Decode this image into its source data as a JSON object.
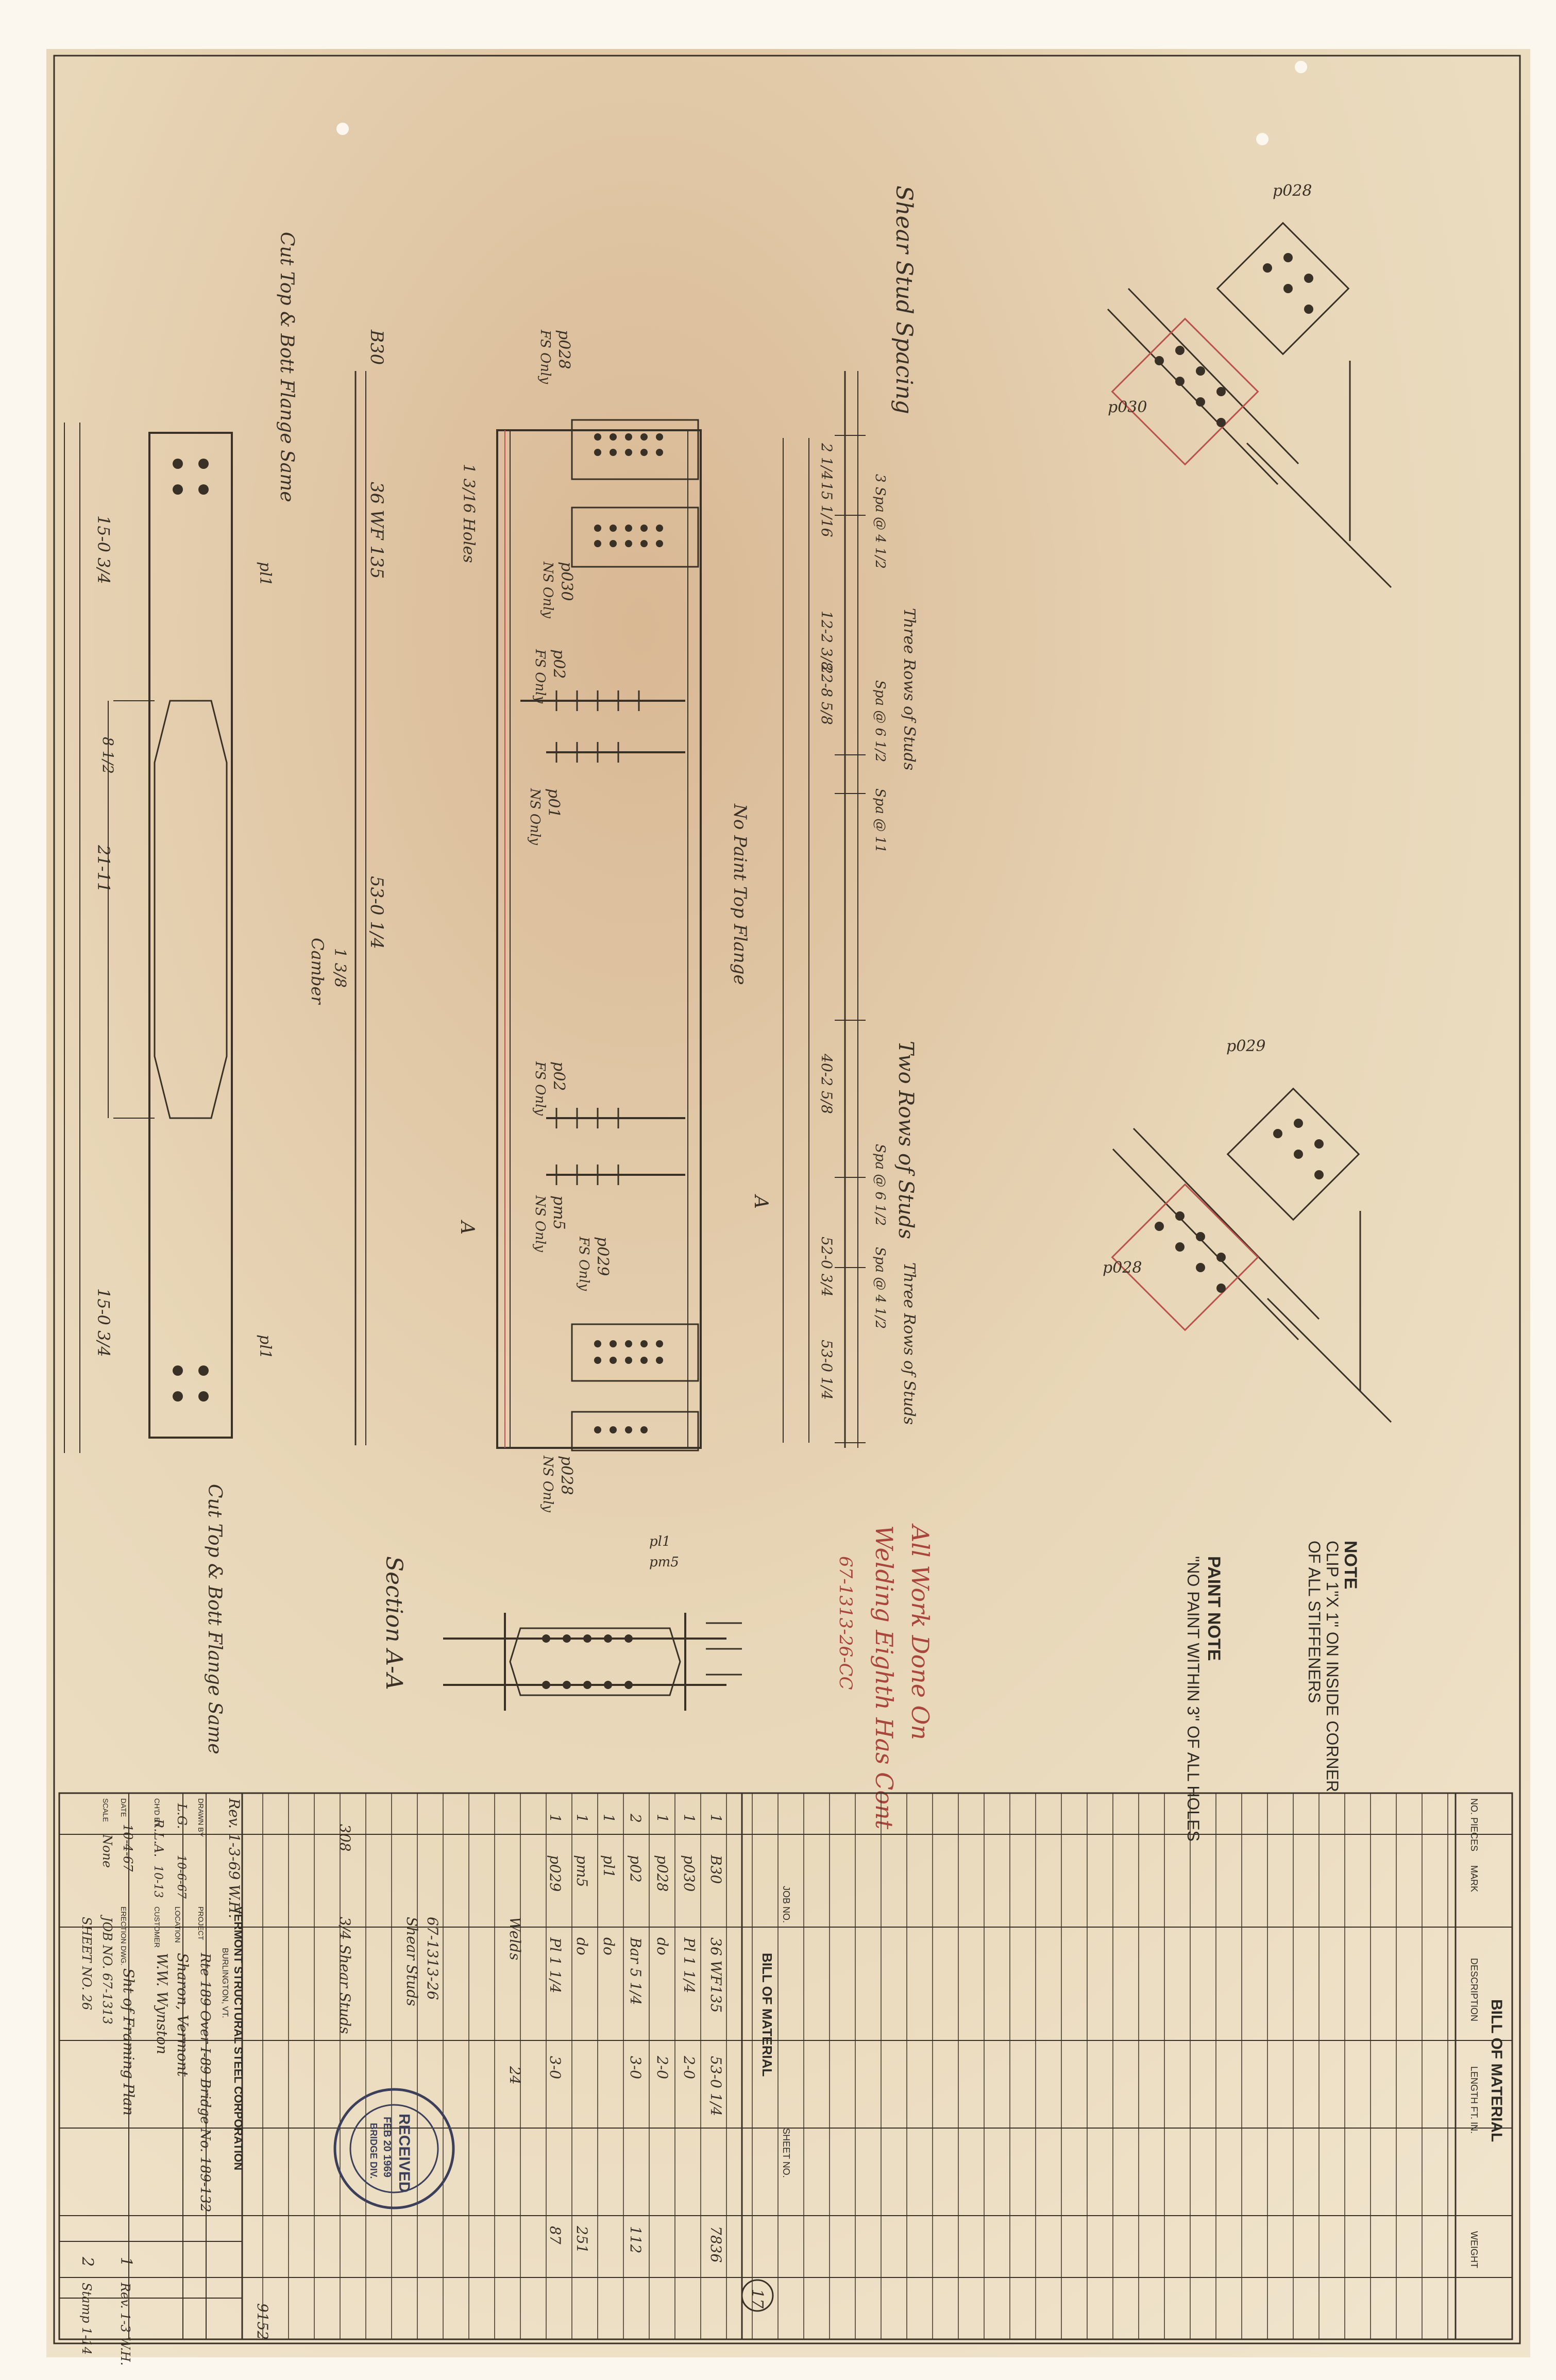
{
  "drawing": {
    "labels": {
      "shear_stud_spacing": "Shear Stud Spacing",
      "two_rows_studs": "Two Rows of Studs",
      "three_rows_studs_a": "Three Rows of Studs",
      "three_rows_studs_b": "Three Rows of Studs",
      "no_paint_top_flange": "No Paint Top Flange",
      "cut_top_bott_flange_left": "Cut Top & Bott Flange Same",
      "cut_top_bott_flange_right": "Cut Top & Bott Flange Same",
      "camber": "Camber",
      "camber_val": "1 3/8",
      "section_aa": "Section A-A",
      "section_arrow_a1": "A",
      "section_arrow_a2": "A",
      "beam_mark": "B30",
      "beam_size": "36 WF 135",
      "holes_note": "1 3/16 Holes",
      "overall_len": "53-0 1/4",
      "len_left": "15-0 3/4",
      "len_mid": "21-11",
      "len_right": "15-0 3/4"
    },
    "pieces": {
      "p28_top": "p028",
      "p28_top_sub": "FS Only",
      "p30": "p030",
      "p30_sub": "NS Only",
      "p2_a": "p02",
      "p2_a_sub": "FS Only",
      "p1": "p01",
      "p1_sub": "NS Only",
      "p2_b": "p02",
      "p2_b_sub": "FS Only",
      "pm5": "pm5",
      "pm5_sub": "NS Only",
      "p29": "p029",
      "p29_sub": "FS Only",
      "p28_bot": "p028",
      "p28_bot_sub": "NS Only",
      "pl1_left": "pl1",
      "pl1_right": "pl1"
    },
    "dims_top": [
      "2 1/4",
      "15 1/16",
      "12-2 3/8",
      "22-8 5/8",
      "40-2 5/8",
      "52-0 3/4",
      "53-0 1/4"
    ],
    "stud_spacing": [
      "3 Spa @ 4 1/2",
      "Spa @ 6 1/2",
      "Spa @ 11",
      "Spa @ 6 1/2",
      "Spa @ 4 1/2"
    ],
    "details": {
      "upper_piece_a": "p028",
      "upper_piece_b": "p030",
      "lower_piece_a": "p029",
      "lower_piece_b": "p028"
    }
  },
  "notes": {
    "red_note_1": "All Work Done On",
    "red_note_2": "Welding Eighth Has Cont",
    "red_note_3": "67-1313-26-CC",
    "note_title": "NOTE",
    "note_body_1": "CLIP 1\"X 1\" ON INSIDE CORNER",
    "note_body_2": "OF ALL STIFFENERS",
    "paint_title": "PAINT NOTE",
    "paint_body": "\"NO PAINT WITHIN 3\" OF ALL HOLES"
  },
  "bom": {
    "title": "BILL OF MATERIAL",
    "headers": [
      "NO. PIECES",
      "MARK",
      "DESCRIPTION",
      "LENGTH FT. IN.",
      "WEIGHT"
    ],
    "job_no_label": "JOB NO.",
    "sheet_no_label": "SHEET NO.",
    "sheet_circle": "17",
    "rows": [
      {
        "qty": "1",
        "mark": "B30",
        "desc": "36 WF135",
        "len": "53-0 1/4",
        "wt": "7836"
      },
      {
        "qty": "1",
        "mark": "p030",
        "desc": "Pl 1 1/4",
        "len": "2-0",
        "wt": ""
      },
      {
        "qty": "1",
        "mark": "p028",
        "desc": "do",
        "len": "2-0",
        "wt": ""
      },
      {
        "qty": "2",
        "mark": "p02",
        "desc": "Bar 5 1/4",
        "len": "3-0",
        "wt": "112"
      },
      {
        "qty": "1",
        "mark": "pl1",
        "desc": "do",
        "len": "",
        "wt": ""
      },
      {
        "qty": "1",
        "mark": "pm5",
        "desc": "do",
        "len": "",
        "wt": "251"
      },
      {
        "qty": "1",
        "mark": "p029",
        "desc": "Pl 1 1/4",
        "len": "3-0",
        "wt": "87"
      }
    ],
    "welds_label": "Welds",
    "welds_val": "24",
    "studs_ref": "67-1313-26",
    "studs_label": "Shear Studs",
    "studs_count": "308",
    "studs_desc": "3/4 Shear Studs",
    "total_wt": "9152"
  },
  "title_block": {
    "company": "VERMONT STRUCTURAL STEEL CORPORATION",
    "company_city": "BURLINGTON, VT.",
    "rev_note": "Rev. 1-3-69 W.H.",
    "project_label": "PROJECT",
    "project_val": "Rte 189 Over I-89 Bridge No. 189-132",
    "location_label": "LOCATION",
    "location_val": "Sharon, Vermont",
    "customer_label": "CUSTOMER",
    "customer_val": "W.W. Wynston",
    "drawn_by_label": "DRAWN BY",
    "drawn_by_val": "L.G.",
    "drawn_date": "10-6-67",
    "checked_by_label": "CH'D BY",
    "checked_by_val": "R.L.A.",
    "checked_date": "10-13",
    "date_label": "DATE",
    "date_val": "10-4-67",
    "scale_label": "SCALE",
    "scale_val": "None",
    "dwg_label": "ERECTION DWG.",
    "dwg_val": "Sht of Framing Plan",
    "job_no_val": "JOB NO. 67-1313",
    "sheet_no_val": "SHEET NO. 26",
    "rev_nos": [
      "1",
      "2"
    ],
    "rev_text": [
      "Rev. 1-3 W.H.",
      "Stamp 1-14"
    ]
  },
  "stamp": {
    "text": "RECEIVED",
    "date": "FEB 20 1969",
    "sub": "BRIDGE DIV."
  }
}
